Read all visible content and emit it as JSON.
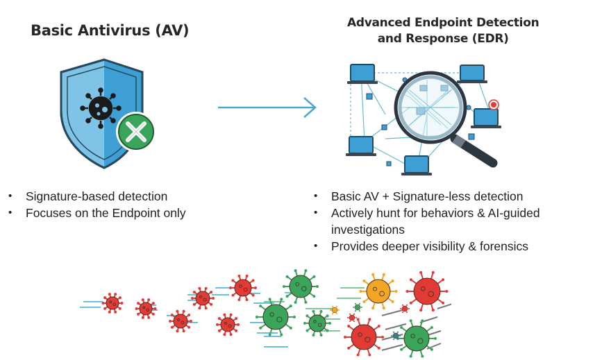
{
  "left_panel": {
    "title": "Basic Antivirus (AV)",
    "icon": "shield-virus-blocked-icon",
    "bullets": [
      "Signature-based detection",
      "Focuses on the Endpoint only"
    ]
  },
  "transition": {
    "icon": "arrow-right-icon",
    "color": "#4aa8cf"
  },
  "right_panel": {
    "title_line1": "Advanced Endpoint Detection",
    "title_line2": "and Response (EDR)",
    "icon": "network-magnifier-icon",
    "bullets": [
      "Basic AV + Signature-less detection",
      "Actively hunt for behaviors & AI-guided investigations",
      "Provides deeper visibility & forensics"
    ]
  },
  "footer_illustration": {
    "icon": "moving-viruses-illustration",
    "colors": {
      "red": "#e23b36",
      "green": "#3aa55a",
      "orange": "#f2a623",
      "trail_blue": "#6cc0dc",
      "trail_green": "#7ec89a",
      "trail_gray": "#777777"
    }
  }
}
